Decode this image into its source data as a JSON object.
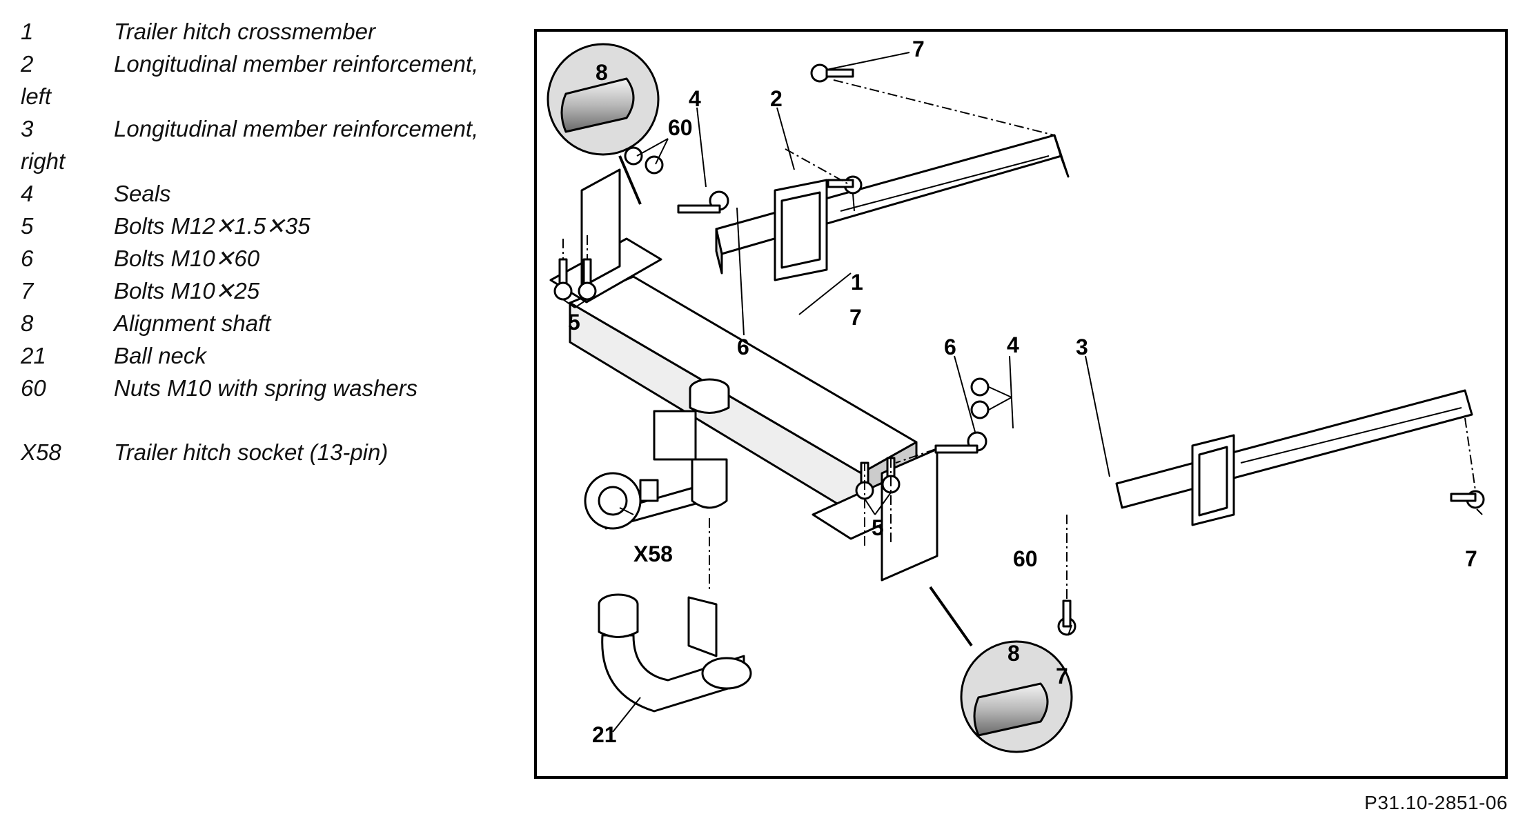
{
  "legend": [
    {
      "num": "1",
      "desc": "Trailer hitch crossmember"
    },
    {
      "num": "2",
      "desc": "Longitudinal member reinforcement,",
      "cont": "left"
    },
    {
      "num": "3",
      "desc": "Longitudinal member reinforcement,",
      "cont": "right"
    },
    {
      "num": "4",
      "desc": "Seals"
    },
    {
      "num": "5",
      "desc": "Bolts M12✕1.5✕35"
    },
    {
      "num": "6",
      "desc": "Bolts M10✕60"
    },
    {
      "num": "7",
      "desc": "Bolts M10✕25"
    },
    {
      "num": "8",
      "desc": "Alignment shaft"
    },
    {
      "num": "21",
      "desc": "Ball neck"
    },
    {
      "num": "60",
      "desc": "Nuts M10 with spring washers"
    },
    {
      "num": "X58",
      "desc": "Trailer hitch socket (13-pin)"
    }
  ],
  "callouts": {
    "c1": "1",
    "c2": "2",
    "c3": "3",
    "c4a": "4",
    "c4b": "4",
    "c5a": "5",
    "c5b": "5",
    "c6a": "6",
    "c6b": "6",
    "c7a": "7",
    "c7b": "7",
    "c7c": "7",
    "c7d": "7",
    "c8a": "8",
    "c8b": "8",
    "c21": "21",
    "c60a": "60",
    "c60b": "60",
    "cx58": "X58"
  },
  "figure_ref": "P31.10-2851-06"
}
